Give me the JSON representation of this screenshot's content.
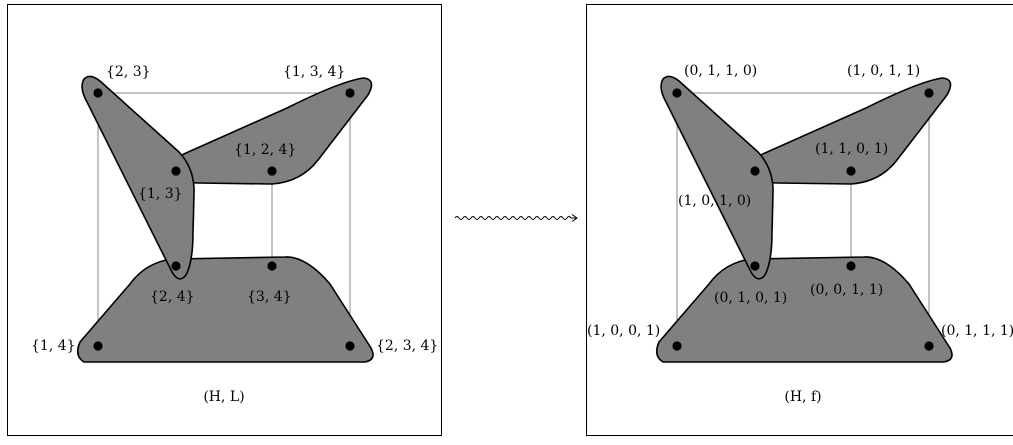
{
  "left_panel": {
    "caption": "(H, L)",
    "vertex_labels": [
      "{2, 3}",
      "{1, 3, 4}",
      "{1, 2, 4}",
      "{1, 3}",
      "{2, 4}",
      "{3, 4}",
      "{1, 4}",
      "{2, 3, 4}"
    ]
  },
  "right_panel": {
    "caption": "(H, f)",
    "vertex_labels": [
      "(0, 1, 1, 0)",
      "(1, 0, 1, 1)",
      "(1, 1, 0, 1)",
      "(1, 0, 1, 0)",
      "(0, 1, 0, 1)",
      "(0, 0, 1, 1)",
      "(1, 0, 0, 1)",
      "(0, 1, 1, 1)"
    ]
  },
  "arrow": "squiggly-right-arrow",
  "colors": {
    "hyperedge_fill": "#808080",
    "cube_edges": "#8a8a8a",
    "outline": "#000000"
  }
}
